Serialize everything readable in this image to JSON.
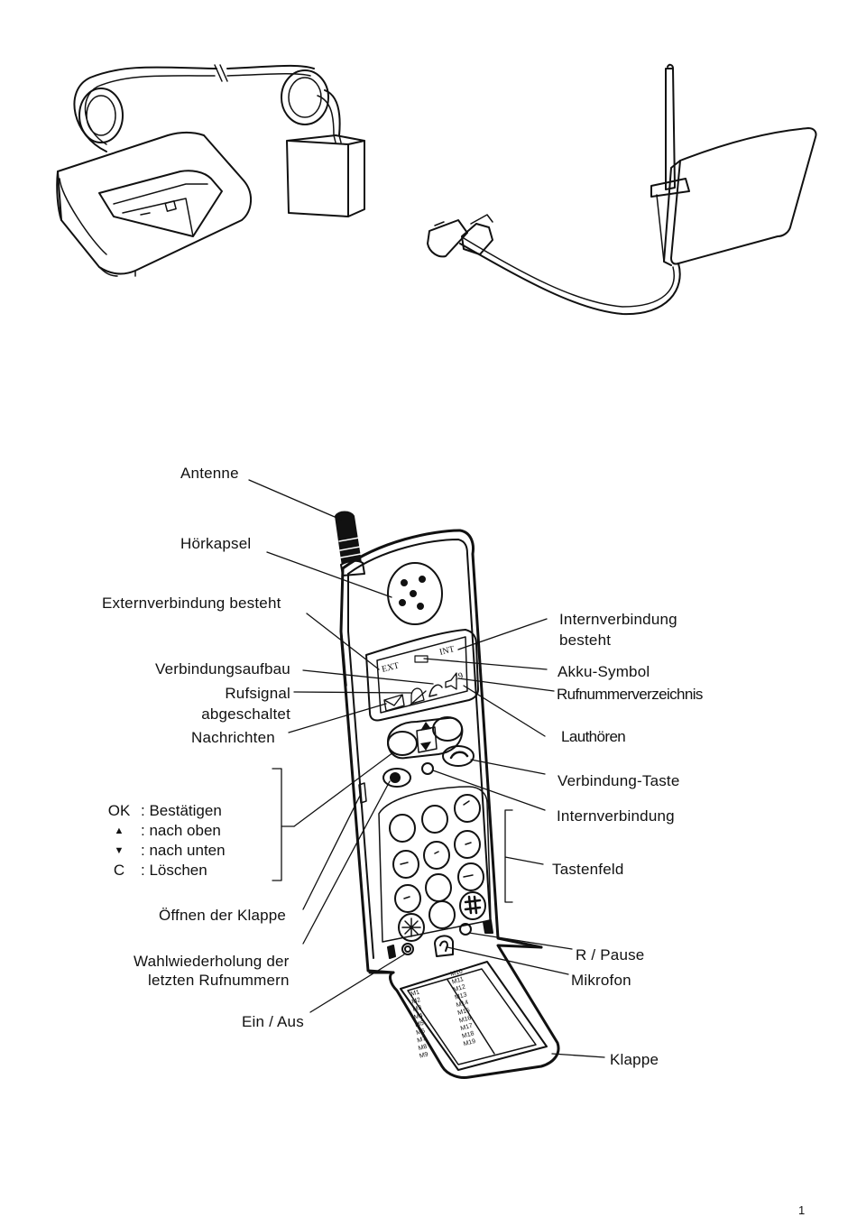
{
  "labels": {
    "antenna": "Antenne",
    "earpiece": "Hörkapsel",
    "external_connection": "Externverbindung besteht",
    "internal_connection_line1": "Internverbindung",
    "internal_connection_line2": "besteht",
    "connection_setup": "Verbindungsaufbau",
    "battery_symbol": "Akku-Symbol",
    "ring_off_line1": "Rufsignal",
    "ring_off_line2": "abgeschaltet",
    "phonebook": "Rufnummerverzeichnis",
    "messages": "Nachrichten",
    "speaker": "Lauthören",
    "connection_key": "Verbindung-Taste",
    "intercom": "Internverbindung",
    "keypad": "Tastenfeld",
    "open_flap": "Öffnen der Klappe",
    "redial_line1": "Wahlwiederholung der",
    "redial_line2": "letzten Rufnummern",
    "r_pause": "R / Pause",
    "microphone": "Mikrofon",
    "on_off": "Ein / Aus",
    "flap": "Klappe"
  },
  "legend": [
    {
      "key": "OK",
      "text": ": Bestätigen"
    },
    {
      "key": "▲",
      "text": ": nach oben"
    },
    {
      "key": "▼",
      "text": ": nach unten"
    },
    {
      "key": "C",
      "text": ": Löschen"
    }
  ],
  "display": {
    "ext": "EXT",
    "int": "INT",
    "number": "19"
  },
  "memory_left": [
    "M1",
    "M2",
    "M3",
    "M4",
    "M5",
    "M6",
    "M7",
    "M8",
    "M9"
  ],
  "memory_right": [
    "M10",
    "M11",
    "M12",
    "M13",
    "M14",
    "M15",
    "M16",
    "M17",
    "M18",
    "M19"
  ],
  "page_number": "1"
}
